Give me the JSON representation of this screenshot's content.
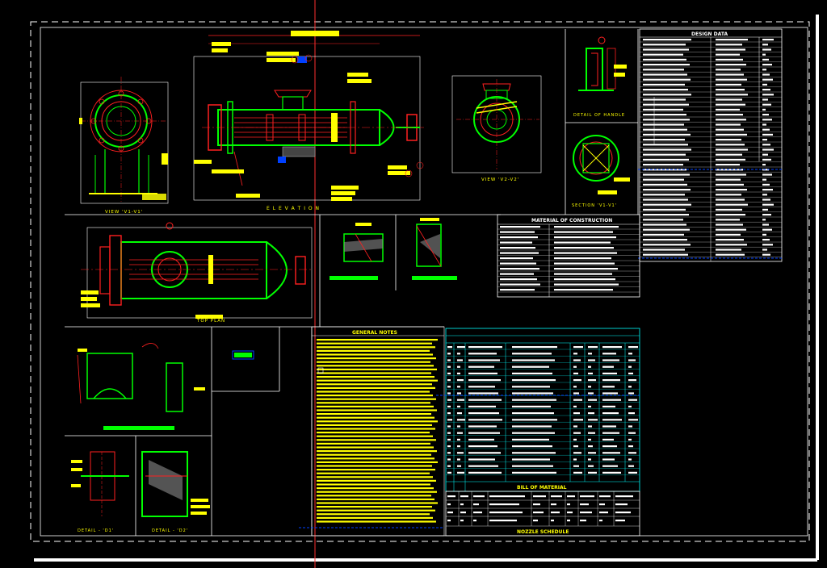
{
  "drawing": {
    "view_labels": {
      "view_v1": "VIEW 'V1-V1'",
      "elevation": "E L E V A T I O N",
      "view_v2": "VIEW 'V2-V2'",
      "detail_handle": "DETAIL OF HANDLE",
      "section": "SECTION 'V1-V1'",
      "top_plan": "TOP PLAN",
      "detail_d1": "DETAIL - 'D1'",
      "detail_d2": "DETAIL - 'D2'"
    },
    "table_titles": {
      "design_data": "DESIGN DATA",
      "material_of_construction": "MATERIAL OF CONSTRUCTION",
      "general_notes": "GENERAL NOTES",
      "bill_of_material": "BILL OF MATERIAL",
      "nozzle_schedule": "NOZZLE SCHEDULE"
    },
    "colors": {
      "background": "#000000",
      "border": "#ffffff",
      "shell": "#00ff00",
      "flange": "#ff0000",
      "dimension": "#ff0000",
      "annotation": "#ffff00",
      "table_lines": "#00ffff",
      "table_text": "#ffffff",
      "centerline": "#ff2020",
      "marker": "#0040ff"
    }
  }
}
